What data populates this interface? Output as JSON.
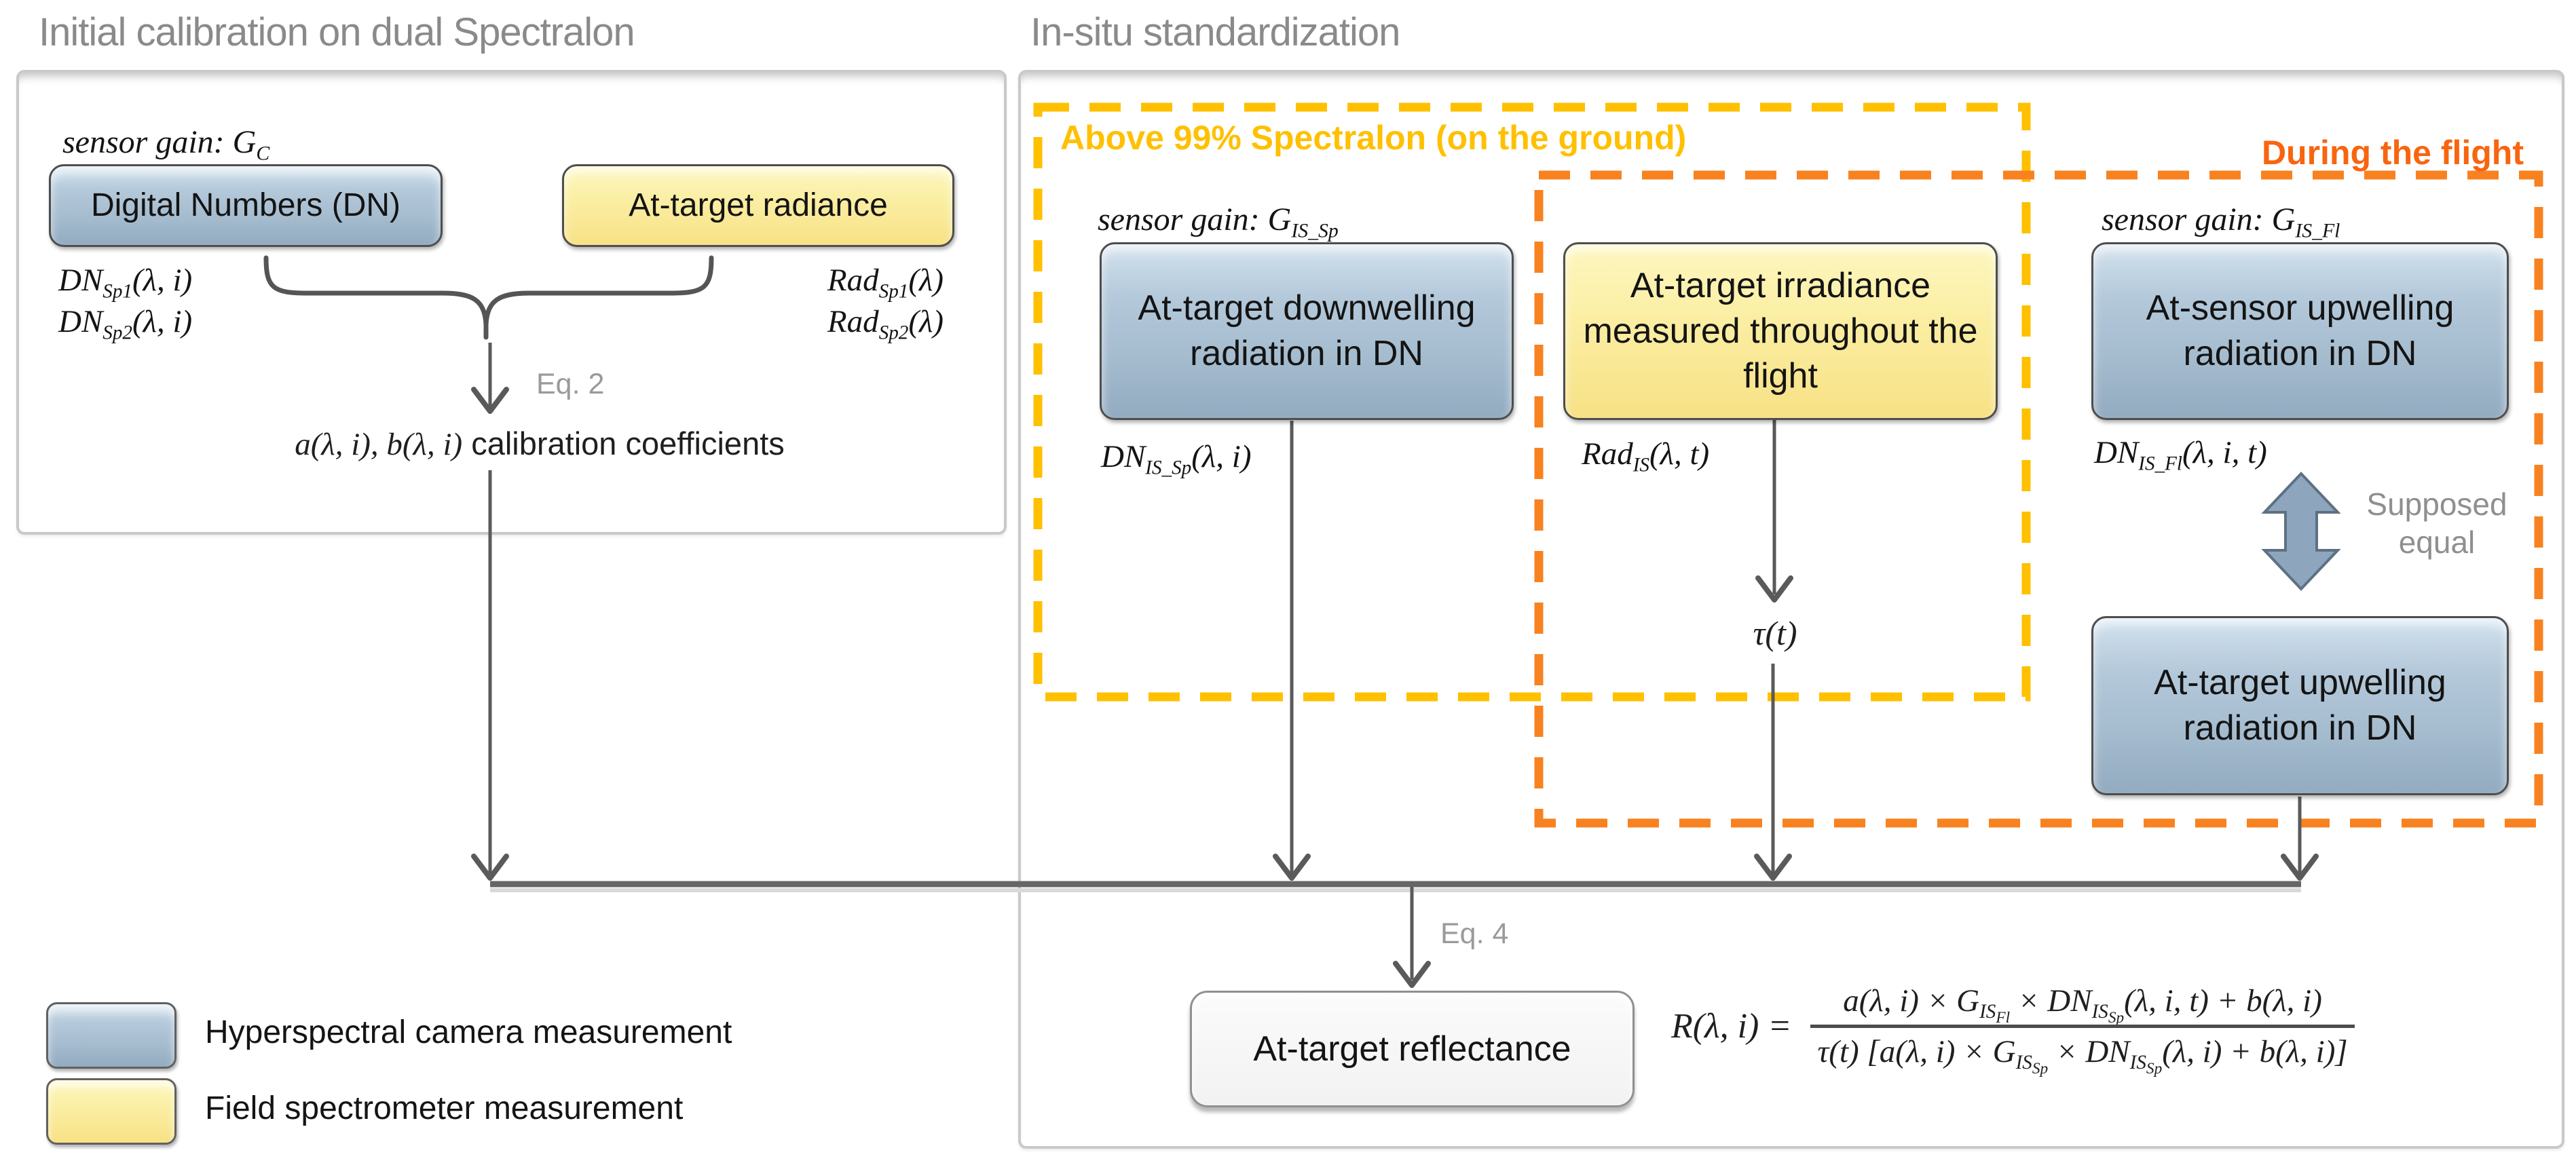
{
  "titles": {
    "left": "Initial calibration on dual Spectralon",
    "right": "In-situ standardization"
  },
  "left_panel": {
    "sensor_gain": "sensor gain: G⟨C⟩",
    "box_digital_numbers": "Digital Numbers (DN)",
    "box_at_target_radiance": "At-target radiance",
    "dn_labels": [
      "DN⟨Sp1⟩(λ, i)",
      "DN⟨Sp2⟩(λ, i)"
    ],
    "rad_labels": [
      "Rad⟨Sp1⟩(λ)",
      "Rad⟨Sp2⟩(λ)"
    ],
    "eq2_label": "Eq. 2",
    "coeff_math": "a(λ, i), b(λ, i)",
    "coeff_text": " calibration coefficients"
  },
  "right_panel": {
    "yellow_zone_label": "Above 99% Spectralon (on the ground)",
    "orange_zone_label": "During the flight",
    "sensor_gain_sp": "sensor gain: G⟨IS_Sp⟩",
    "sensor_gain_fl": "sensor gain: G⟨IS_Fl⟩",
    "box_downwelling": "At-target downwelling radiation in DN",
    "box_irradiance": "At-target irradiance measured throughout the flight",
    "box_at_sensor_upwelling": "At-sensor upwelling radiation in DN",
    "box_at_target_upwelling": "At-target upwelling radiation in DN",
    "dn_is_sp": "DN⟨IS_Sp⟩(λ, i)",
    "rad_is": "Rad⟨IS⟩(λ, t)",
    "dn_is_fl": "DN⟨IS_Fl⟩(λ, i, t)",
    "tau": "τ(t)",
    "supposed_equal": "Supposed equal",
    "eq4_label": "Eq. 4",
    "box_reflectance": "At-target reflectance",
    "equation": {
      "lhs": "R(λ, i) =",
      "numerator": "a(λ, i) × G⟨IS⟪Fl⟫⟩ × DN⟨IS⟪Sp⟫⟩(λ, i, t) + b(λ, i)",
      "denominator": "τ(t) [a(λ, i) × G⟨IS⟪Sp⟫⟩ × DN⟨IS⟪Sp⟫⟩(λ, i) + b(λ, i)]"
    }
  },
  "legend": {
    "items": [
      {
        "swatch": "blue-box-swatch",
        "label": "Hyperspectral camera measurement"
      },
      {
        "swatch": "yellow-box-swatch",
        "label": "Field spectrometer measurement"
      }
    ]
  },
  "colors": {
    "yellow_dash": "#ffc000",
    "orange_dash": "#f8821f",
    "orange_text": "#f8650f",
    "gray_title": "#8a8a8a",
    "blue_box_fill": "#a5bccf",
    "yellow_box_fill": "#f9e88f",
    "wire_gray": "#5a5a5a"
  }
}
